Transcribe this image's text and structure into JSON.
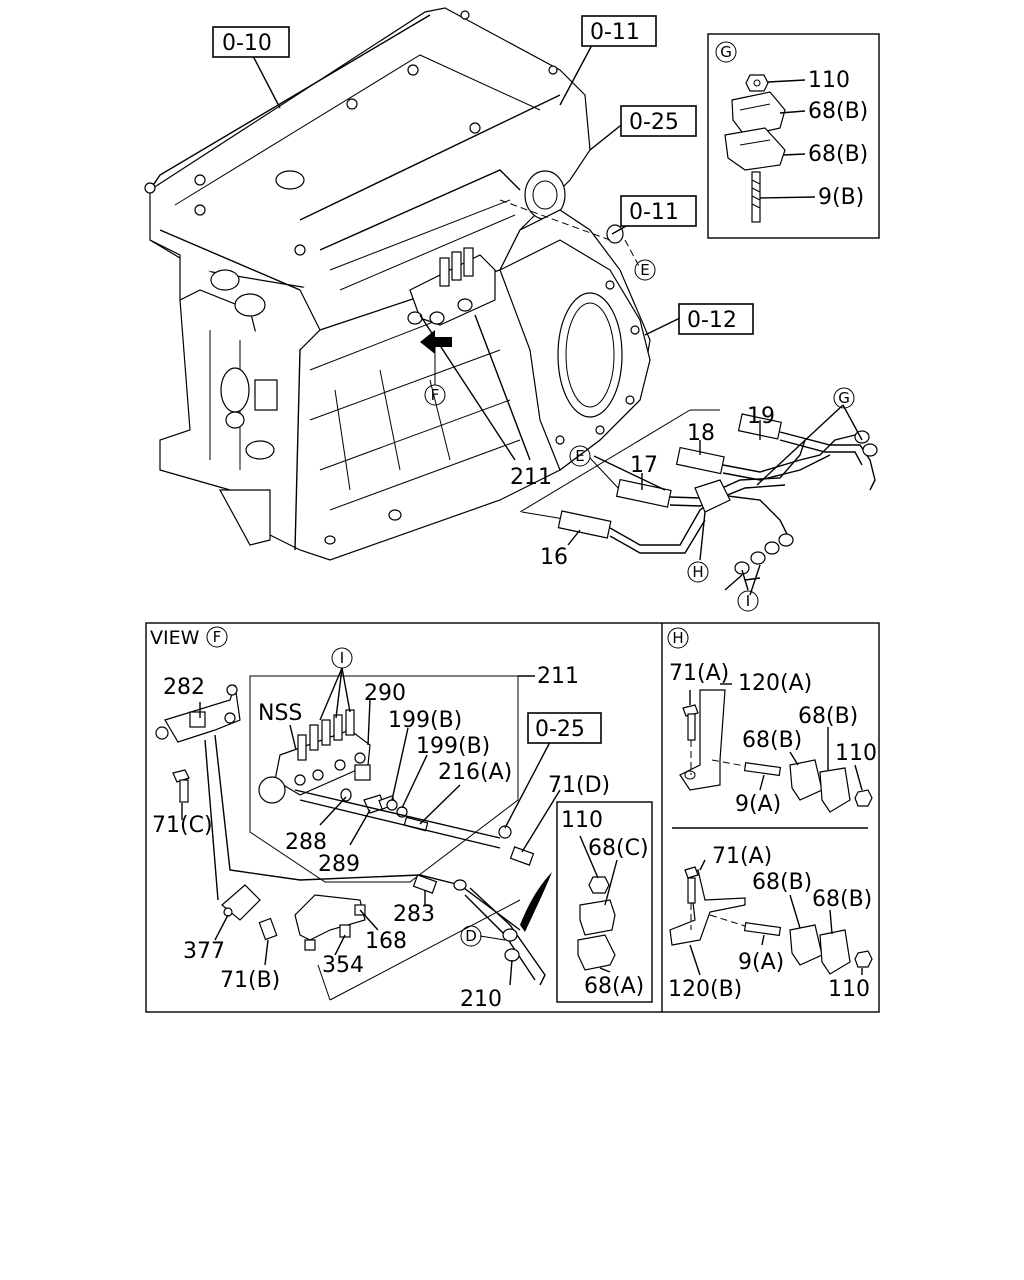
{
  "references": {
    "r1": "0-10",
    "r2": "0-11",
    "r3": "0-25",
    "r4": "0-11",
    "r5": "0-12",
    "r6": "0-25"
  },
  "circles": {
    "e1": "E",
    "e2": "E",
    "f1": "F",
    "g1": "G",
    "g2": "G",
    "h1": "H",
    "h2": "H",
    "i1": "I",
    "i2": "I",
    "d1": "D",
    "fview": "F"
  },
  "main": {
    "p211": "211",
    "p19": "19",
    "p18": "18",
    "p17": "17",
    "p16": "16"
  },
  "detail_g": {
    "p110": "110",
    "p68b1": "68(B)",
    "p68b2": "68(B)",
    "p9b": "9(B)"
  },
  "view_f": {
    "title": "VIEW",
    "p282": "282",
    "pNSS": "NSS",
    "p290": "290",
    "p211": "211",
    "p199b1": "199(B)",
    "p199b2": "199(B)",
    "p216a": "216(A)",
    "p71d": "71(D)",
    "p71c": "71(C)",
    "p288": "288",
    "p289": "289",
    "p283": "283",
    "p168": "168",
    "p377": "377",
    "p354": "354",
    "p71b": "71(B)",
    "p210": "210"
  },
  "sub_box": {
    "p110": "110",
    "p68c": "68(C)",
    "p68a": "68(A)"
  },
  "detail_h": {
    "p71a1": "71(A)",
    "p120a": "120(A)",
    "p68b1": "68(B)",
    "p68b2": "68(B)",
    "p110a": "110",
    "p9a1": "9(A)",
    "p71a2": "71(A)",
    "p68b3": "68(B)",
    "p68b4": "68(B)",
    "p9a2": "9(A)",
    "p120b": "120(B)",
    "p110b": "110"
  }
}
